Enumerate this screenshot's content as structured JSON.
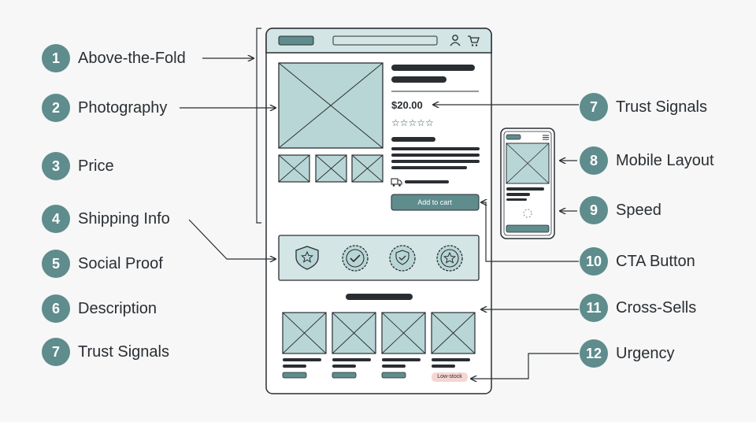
{
  "labels_left": [
    {
      "num": "1",
      "text": "Above-the-Fold"
    },
    {
      "num": "2",
      "text": "Photography"
    },
    {
      "num": "3",
      "text": "Price"
    },
    {
      "num": "4",
      "text": "Shipping Info"
    },
    {
      "num": "5",
      "text": "Social Proof"
    },
    {
      "num": "6",
      "text": "Description"
    },
    {
      "num": "7",
      "text": "Trust Signals"
    }
  ],
  "labels_right": [
    {
      "num": "7",
      "text": "Trust Signals"
    },
    {
      "num": "8",
      "text": "Mobile Layout"
    },
    {
      "num": "9",
      "text": "Speed"
    },
    {
      "num": "10",
      "text": "CTA Button"
    },
    {
      "num": "11",
      "text": "Cross-Sells"
    },
    {
      "num": "12",
      "text": "Urgency"
    }
  ],
  "page": {
    "price": "$20.00",
    "rating_stars": "☆☆☆☆☆",
    "cta_label": "Add to cart",
    "urgency_badge": "Low-stock"
  },
  "colors": {
    "teal": "#5f8c8d",
    "teal_light": "#b9d6d6",
    "teal_panel": "#d3e5e5",
    "dark": "#2a2e33",
    "urgency_bg": "#f6d6d2"
  },
  "icons": [
    "user-icon",
    "cart-icon",
    "shield-star-icon",
    "seal-check-icon",
    "shield-check-icon",
    "seal-star-icon",
    "truck-icon",
    "spinner-icon",
    "menu-icon"
  ]
}
